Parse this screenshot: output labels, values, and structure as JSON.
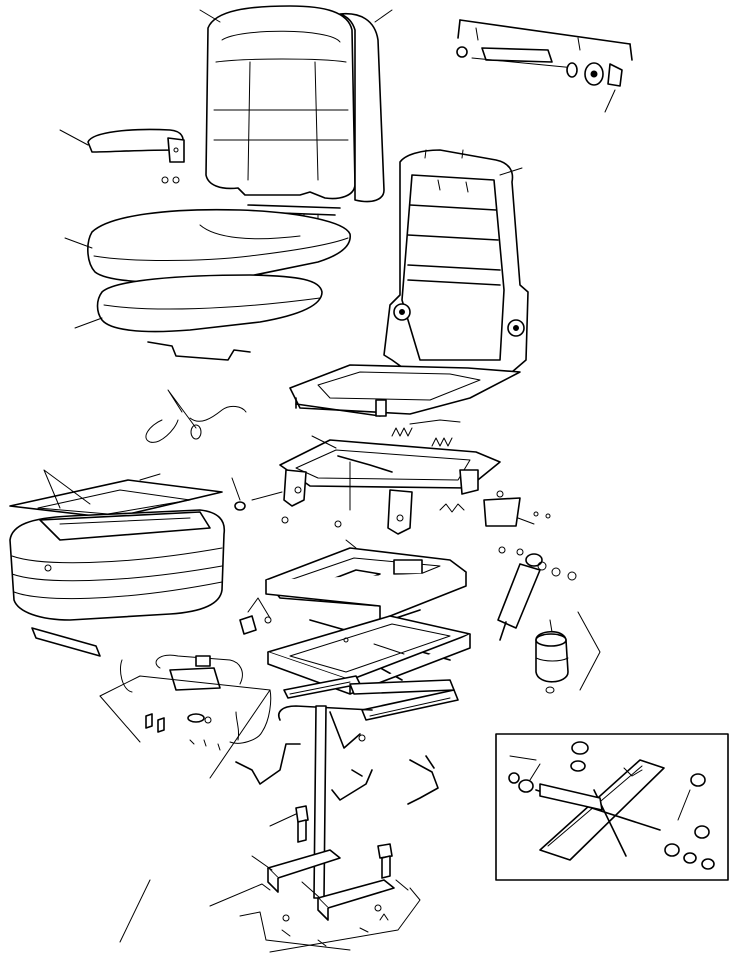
{
  "drawing": {
    "background": "#ffffff",
    "line_color": "#000000",
    "style": "exploded parts diagram, black line art"
  },
  "parts": [
    {
      "id": "backrest-cushion",
      "label": ""
    },
    {
      "id": "backrest-cover",
      "label": ""
    },
    {
      "id": "lumbar-adjuster-kit",
      "label": ""
    },
    {
      "id": "armrest",
      "label": ""
    },
    {
      "id": "seat-cushion-upper",
      "label": ""
    },
    {
      "id": "seat-cushion-lower",
      "label": ""
    },
    {
      "id": "backrest-frame",
      "label": ""
    },
    {
      "id": "seat-pan",
      "label": ""
    },
    {
      "id": "recliner-mechanism",
      "label": ""
    },
    {
      "id": "wiring-harness",
      "label": ""
    },
    {
      "id": "suspension-boot",
      "label": ""
    },
    {
      "id": "boot-frame",
      "label": ""
    },
    {
      "id": "suspension-top-plate",
      "label": ""
    },
    {
      "id": "scissor-linkage",
      "label": ""
    },
    {
      "id": "shock-absorber",
      "label": ""
    },
    {
      "id": "air-spring",
      "label": ""
    },
    {
      "id": "slide-rails",
      "label": ""
    },
    {
      "id": "mounting-brackets",
      "label": ""
    },
    {
      "id": "scissor-detail-inset",
      "label": ""
    }
  ]
}
